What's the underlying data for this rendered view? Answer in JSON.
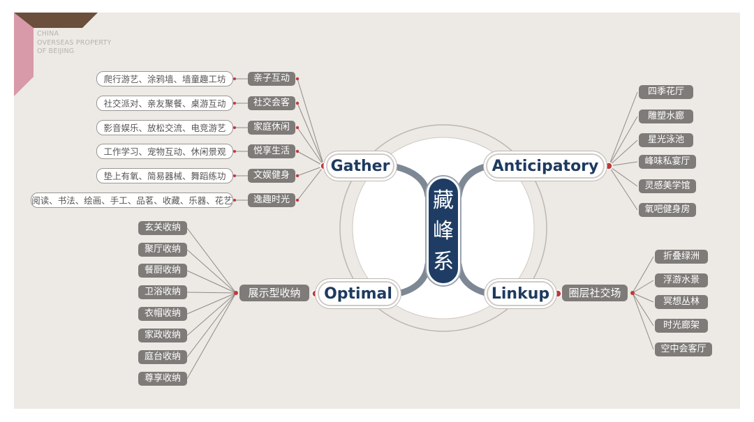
{
  "brand": {
    "line1": "CHINA",
    "line2": "OVERSEAS PROPERTY",
    "line3": "OF BEIJING"
  },
  "center": {
    "chars": [
      "藏",
      "峰",
      "系"
    ]
  },
  "hubs": {
    "gather": "Gather",
    "anticipatory": "Anticipatory",
    "optimal": "Optimal",
    "linkup": "Linkup"
  },
  "gather": {
    "categories": [
      "亲子互动",
      "社交会客",
      "家庭休闲",
      "悦享生活",
      "文娱健身",
      "逸趣时光"
    ],
    "details": [
      "爬行游艺、涂鸦墙、墙童趣工坊",
      "社交派对、亲友聚餐、桌游互动",
      "影音娱乐、放松交流、电竞游艺",
      "工作学习、宠物互动、休闲景观",
      "垫上有氧、简易器械、舞蹈练功",
      "阅读、书法、绘画、手工、品茗、收藏、乐器、花艺"
    ]
  },
  "anticipatory": {
    "items": [
      "四季花厅",
      "雕塑水廊",
      "星光泳池",
      "峰味私宴厅",
      "灵感美学馆",
      "氧吧健身房"
    ]
  },
  "optimal": {
    "label": "展示型收纳",
    "items": [
      "玄关收纳",
      "聚厅收纳",
      "餐厨收纳",
      "卫浴收纳",
      "衣帽收纳",
      "家政收纳",
      "庭台收纳",
      "尊享收纳"
    ]
  },
  "linkup": {
    "label": "圈层社交场",
    "items": [
      "折叠绿洲",
      "浮游水景",
      "冥想丛林",
      "时光廊架",
      "空中会客厅"
    ]
  },
  "colors": {
    "navy": "#1f3d64",
    "red": "#c0393b",
    "pill": "#7e7b79",
    "panel": "#ede9e5"
  }
}
